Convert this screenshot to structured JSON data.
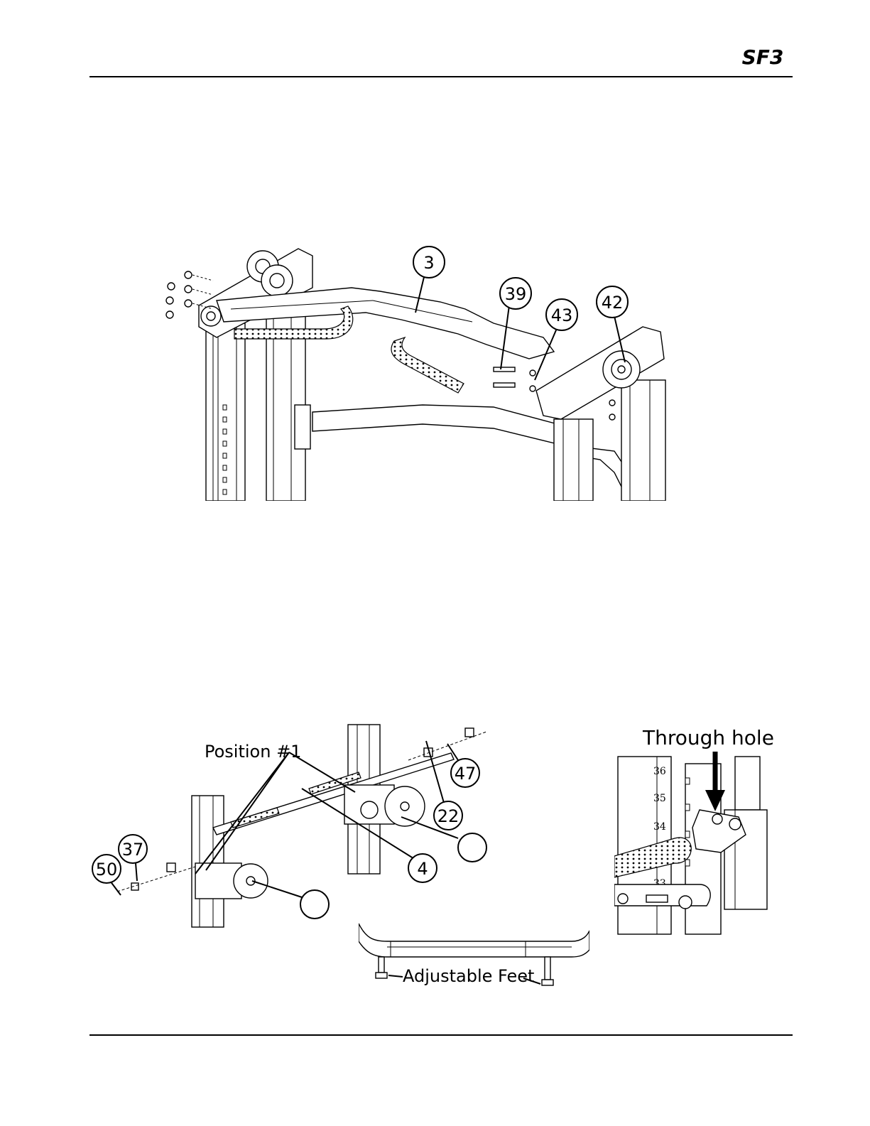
{
  "header": {
    "brand": "SF3"
  },
  "figure_top": {
    "callouts": [
      {
        "id": "c3",
        "label": "3"
      },
      {
        "id": "c39",
        "label": "39"
      },
      {
        "id": "c43",
        "label": "43"
      },
      {
        "id": "c42",
        "label": "42"
      }
    ]
  },
  "figure_bottom_left": {
    "position_label": "Position #1",
    "callouts": [
      {
        "id": "c47",
        "label": "47"
      },
      {
        "id": "c22",
        "label": "22"
      },
      {
        "id": "c4",
        "label": "4"
      },
      {
        "id": "c37",
        "label": "37"
      },
      {
        "id": "c50",
        "label": "50"
      },
      {
        "id": "blank1",
        "label": ""
      },
      {
        "id": "blank2",
        "label": ""
      }
    ]
  },
  "figure_feet": {
    "label": "Adjustable Feet"
  },
  "figure_hole": {
    "label": "Through hole",
    "scale_numbers": [
      "36",
      "35",
      "34",
      "33"
    ]
  }
}
